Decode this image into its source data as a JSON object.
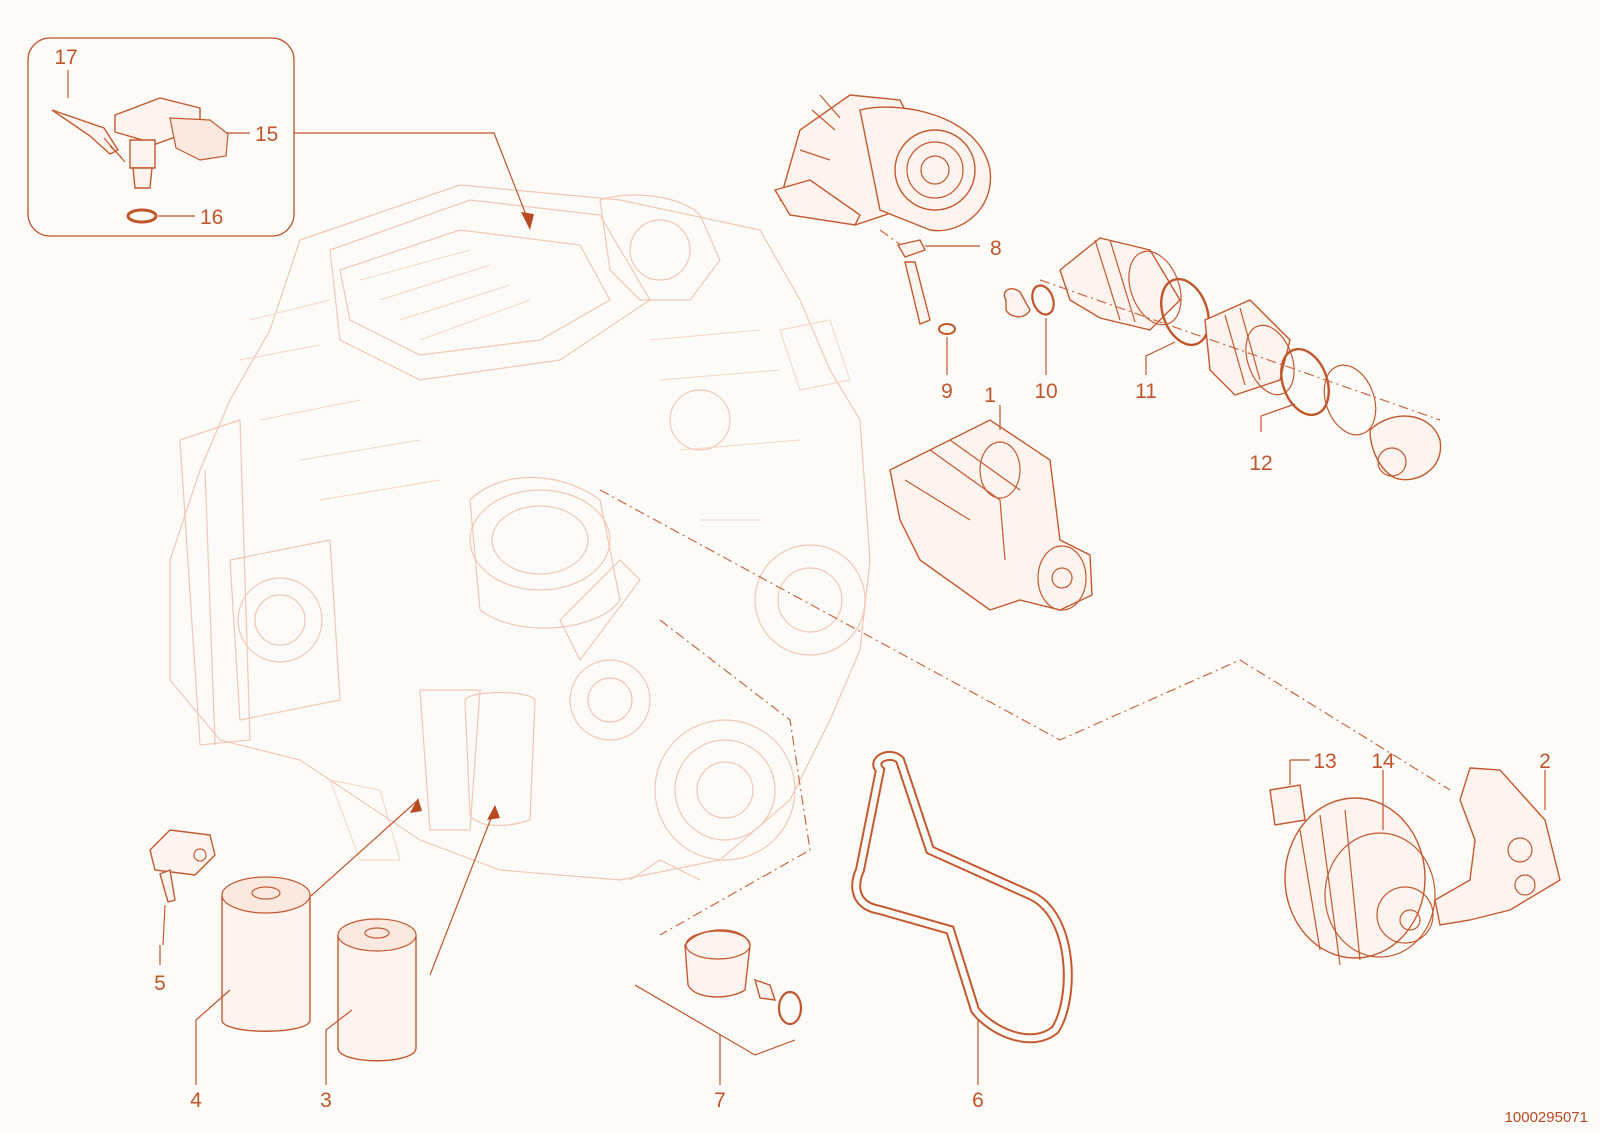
{
  "callouts": {
    "c1": "1",
    "c2": "2",
    "c3": "3",
    "c4": "4",
    "c5": "5",
    "c6": "6",
    "c7": "7",
    "c8": "8",
    "c9": "9",
    "c10": "10",
    "c11": "11",
    "c12": "12",
    "c13": "13",
    "c14": "14",
    "c15": "15",
    "c16": "16",
    "c17": "17"
  },
  "document_id": "1000295071",
  "icons": [
    "engine-illustration",
    "turbocharger",
    "starter-motor",
    "alternator",
    "fuel-filter",
    "oil-filter",
    "drive-belt",
    "belt-tensioner",
    "pressure-sensor",
    "speed-sensor",
    "bracket",
    "hose",
    "clamp",
    "o-ring"
  ],
  "colors": {
    "line_art": "#c4592f",
    "ghost_art": "#f1c8b5",
    "background": "#fdfbf8"
  }
}
